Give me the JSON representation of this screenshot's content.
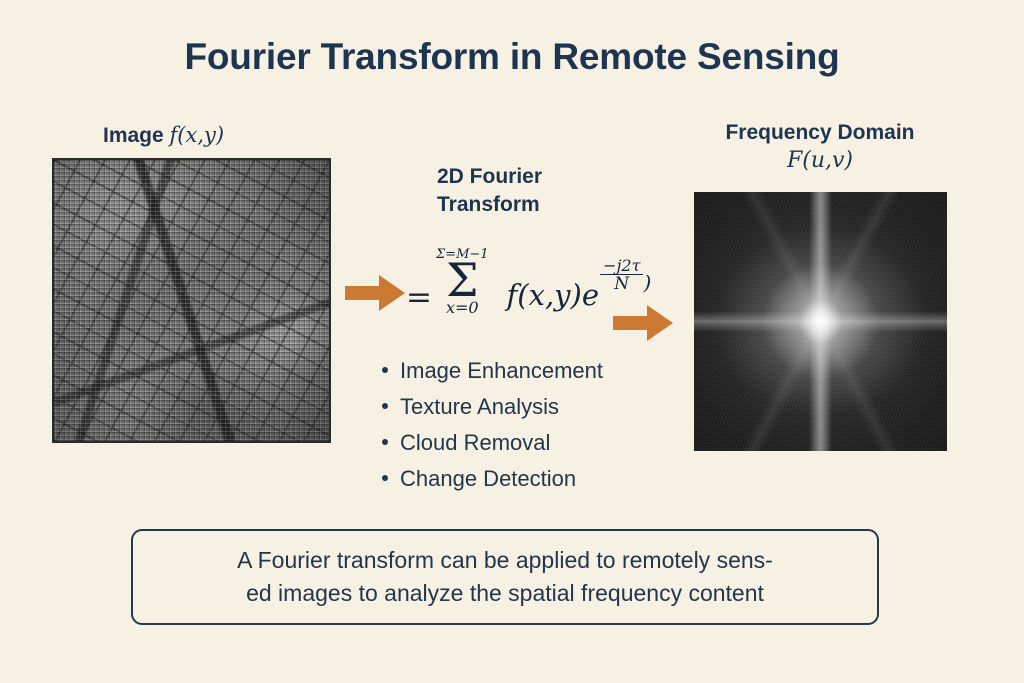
{
  "page": {
    "title": "Fourier Transform in Remote Sensing",
    "background_color": "#f7f1e4",
    "text_color": "#1d3551",
    "accent_color": "#cc7a33"
  },
  "spatial_panel": {
    "label_prefix": "Image ",
    "label_math": "f(x,y)",
    "image_description": "grayscale aerial satellite photograph of a dense urban area with diagonal arterial roads and city blocks"
  },
  "transform_panel": {
    "heading_line1": "2D Fourier",
    "heading_line2": "Transform",
    "formula": {
      "equals": "=",
      "sum_upper_limit": "Σ=M−1",
      "sum_symbol": "Σ",
      "sum_lower_limit": "x=0",
      "body": "f(x,y)e",
      "exponent_numerator": "−j2τ",
      "exponent_denominator": "N",
      "trailing_paren": ")"
    },
    "applications": [
      "Image Enhancement",
      "Texture Analysis",
      "Cloud Removal",
      "Change Detection"
    ]
  },
  "frequency_panel": {
    "label_line1": "Frequency Domain",
    "label_math": "F(u,v)",
    "image_description": "Fourier magnitude spectrum: dark field with a bright central peak and bright vertical and horizontal spikes"
  },
  "arrows": {
    "left_arrow": "right-arrow",
    "right_arrow": "right-arrow"
  },
  "caption": {
    "line1": "A Fourier transform can be applied to remotely sens-",
    "line2": "ed images to analyze the spatial frequency content"
  }
}
